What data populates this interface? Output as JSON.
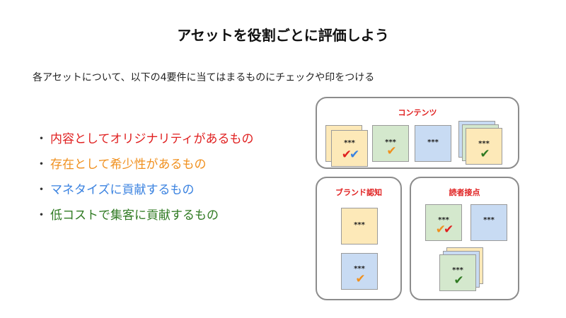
{
  "slide": {
    "title": "アセットを役割ごとに評価しよう",
    "subtitle": "各アセットについて、以下の4要件に当てはまるものにチェックや印をつける"
  },
  "criteria": [
    {
      "bullet": "・",
      "text": "内容としてオリジナリティがあるもの",
      "color": "#e02020"
    },
    {
      "bullet": "・",
      "text": "存在として希少性があるもの",
      "color": "#f0901e"
    },
    {
      "bullet": "・",
      "text": "マネタイズに貢献するもの",
      "color": "#3a82e0"
    },
    {
      "bullet": "・",
      "text": "低コストで集客に貢献するもの",
      "color": "#2f7a22"
    }
  ],
  "groups": {
    "contents": {
      "label": "コンテンツ"
    },
    "brand": {
      "label": "ブランド認知"
    },
    "reader": {
      "label": "読者接点"
    }
  },
  "card_text": "***",
  "check_mark": "✔",
  "colors": {
    "red": "#e02020",
    "orange": "#f0901e",
    "blue": "#3a82e0",
    "green": "#2f7a22"
  }
}
